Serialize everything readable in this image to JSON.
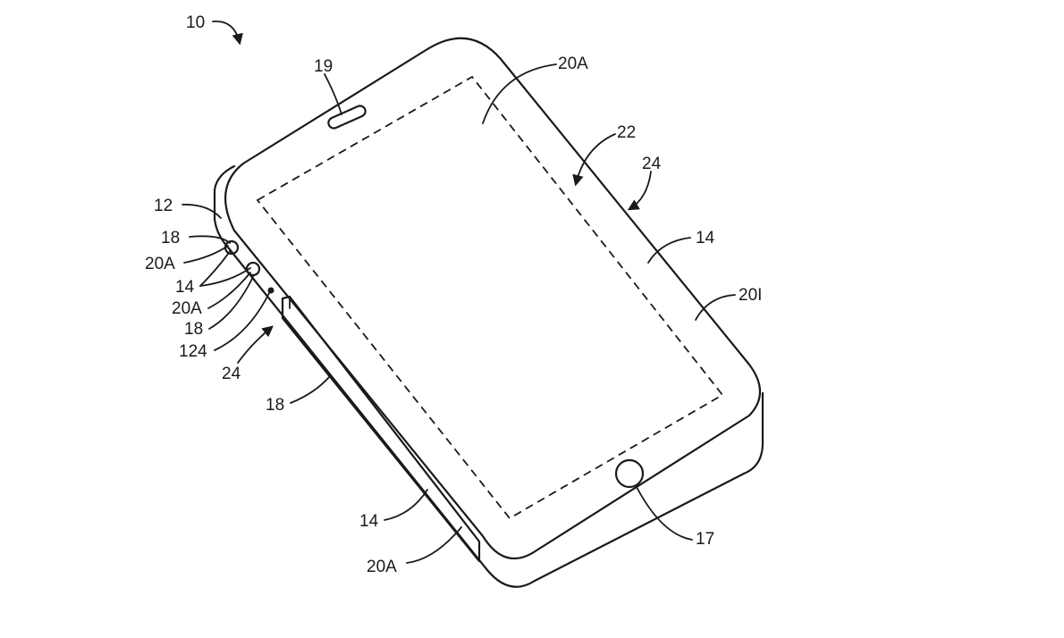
{
  "figure": {
    "labels": {
      "device": "10",
      "earpiece": "19",
      "display_region_top": "20A",
      "display": "22",
      "right_side": "24",
      "right_edge": "14",
      "inactive_region": "20I",
      "left_top_edge": "12",
      "button_upper": "18",
      "button_upper_region": "20A",
      "side_pair": "14",
      "button_lower_region": "20A",
      "button_lower": "18",
      "sensor": "124",
      "left_side": "24",
      "long_button": "18",
      "lower_edge": "14",
      "lower_region": "20A",
      "home_button": "17"
    }
  }
}
